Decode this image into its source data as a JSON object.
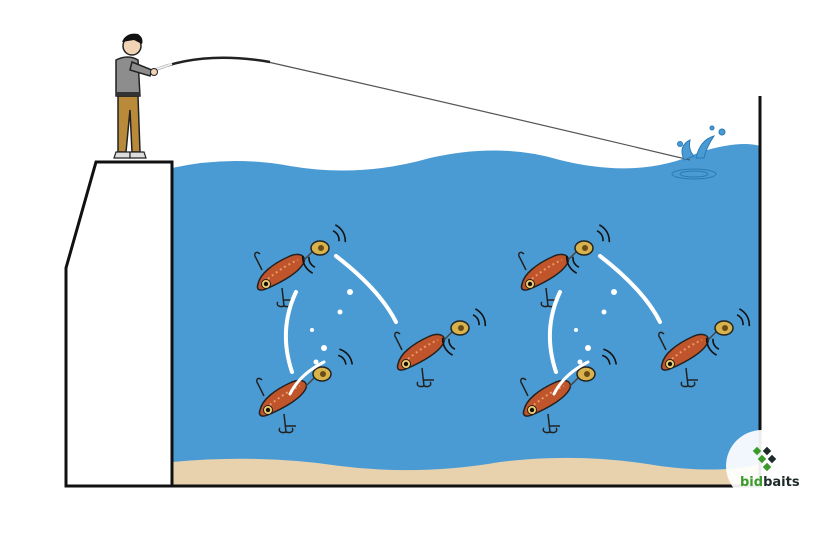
{
  "logo": {
    "brand": "bidbaits",
    "brand_part1": "bid",
    "brand_part2": "baits",
    "colors": {
      "green": "#3a9a2a",
      "dark": "#1e2a2a"
    }
  },
  "colors": {
    "water": "#4a9bd4",
    "water_light": "#7fbde6",
    "sand": "#e8d2ae",
    "lure_body": "#c0542a",
    "lure_blade": "#d8b24a",
    "outline": "#111111"
  },
  "icons": [
    "angler",
    "fishing-rod",
    "splash",
    "lure",
    "sound-waves",
    "bubble",
    "lure-path"
  ]
}
